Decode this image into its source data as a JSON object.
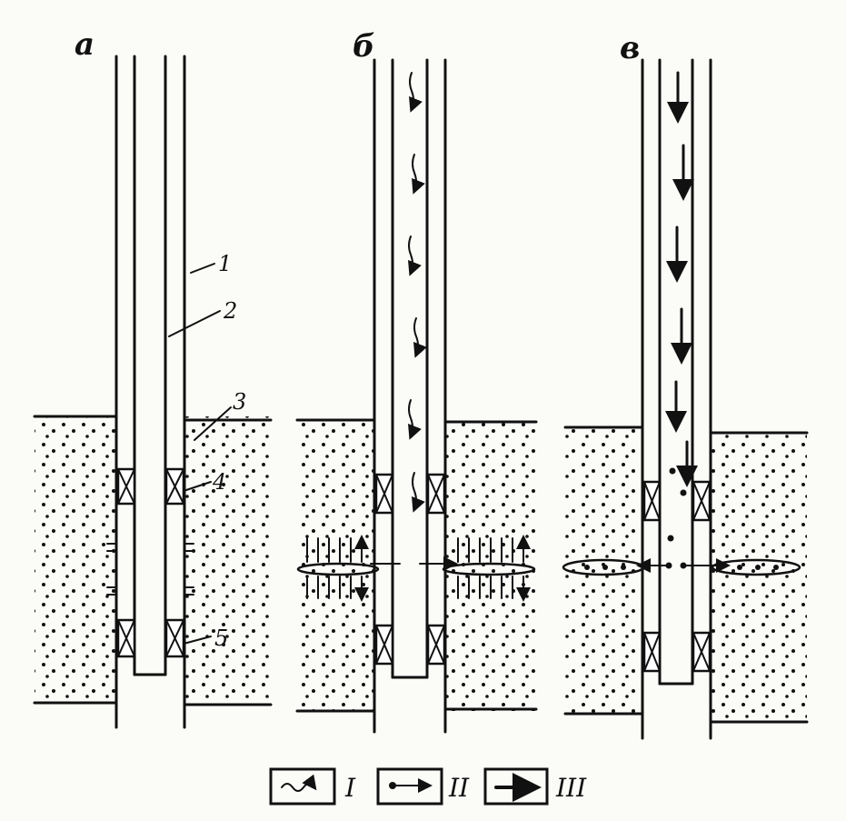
{
  "panels": [
    {
      "id": "a",
      "label": "а"
    },
    {
      "id": "b",
      "label": "б"
    },
    {
      "id": "v",
      "label": "в"
    }
  ],
  "part_numbers": [
    "1",
    "2",
    "3",
    "4",
    "5"
  ],
  "legend": [
    {
      "label": "I",
      "icon": "wavy-arrow-icon"
    },
    {
      "label": "II",
      "icon": "dot-arrow-icon"
    },
    {
      "label": "III",
      "icon": "bold-arrow-icon"
    }
  ],
  "colors": {
    "ink": "#111111",
    "paper": "#fbfbf8"
  }
}
